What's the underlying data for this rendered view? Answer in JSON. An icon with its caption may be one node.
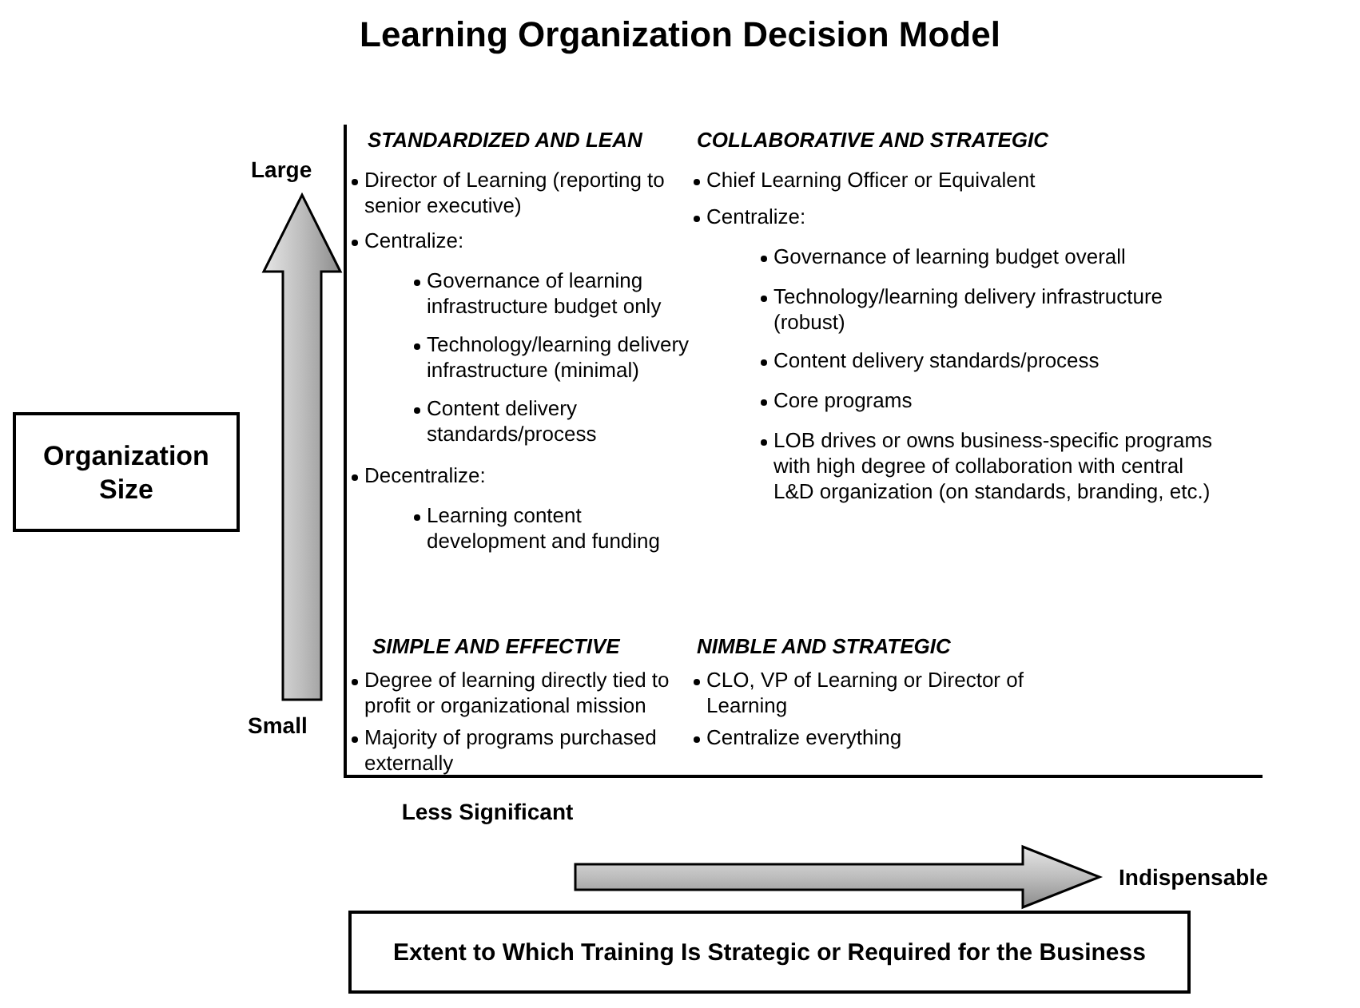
{
  "diagram": {
    "title": "Learning Organization Decision Model",
    "nodes": [
      {
        "text": [
          "Organization Size"
        ]
      },
      {
        "text": [
          "Extent to Which Training Is Strategic or Required for the Business"
        ]
      }
    ],
    "edges": [],
    "labels": [
      "Large",
      "STANDARDIZED AND LEAN",
      "COLLABORATIVE AND STRATEGIC",
      "Director of Learning (reporting to senior executive)",
      "Chief Learning Officer or Equivalent",
      "Centralize:",
      "Centralize:",
      "Governance of learning infrastructure budget only",
      "Governance of learning budget overall",
      "Technology/learning delivery infrastructure (minimal)",
      "Technology/learning delivery infrastructure (robust)",
      "Content delivery standards/process",
      "Content delivery standards/process",
      "Core programs",
      "LOB drives or owns business-specific programs with high degree of collaboration with central L&D organization (on standards, branding, etc.)",
      "Decentralize:",
      "Learning content development and funding",
      "SIMPLE AND EFFECTIVE",
      "NIMBLE AND STRATEGIC",
      "Degree of learning directly tied to profit or organizational mission",
      "CLO, VP of Learning or Director of Learning",
      "Majority of programs purchased externally",
      "Centralize everything",
      "Small",
      "Less Significant",
      "Indispensable"
    ]
  }
}
